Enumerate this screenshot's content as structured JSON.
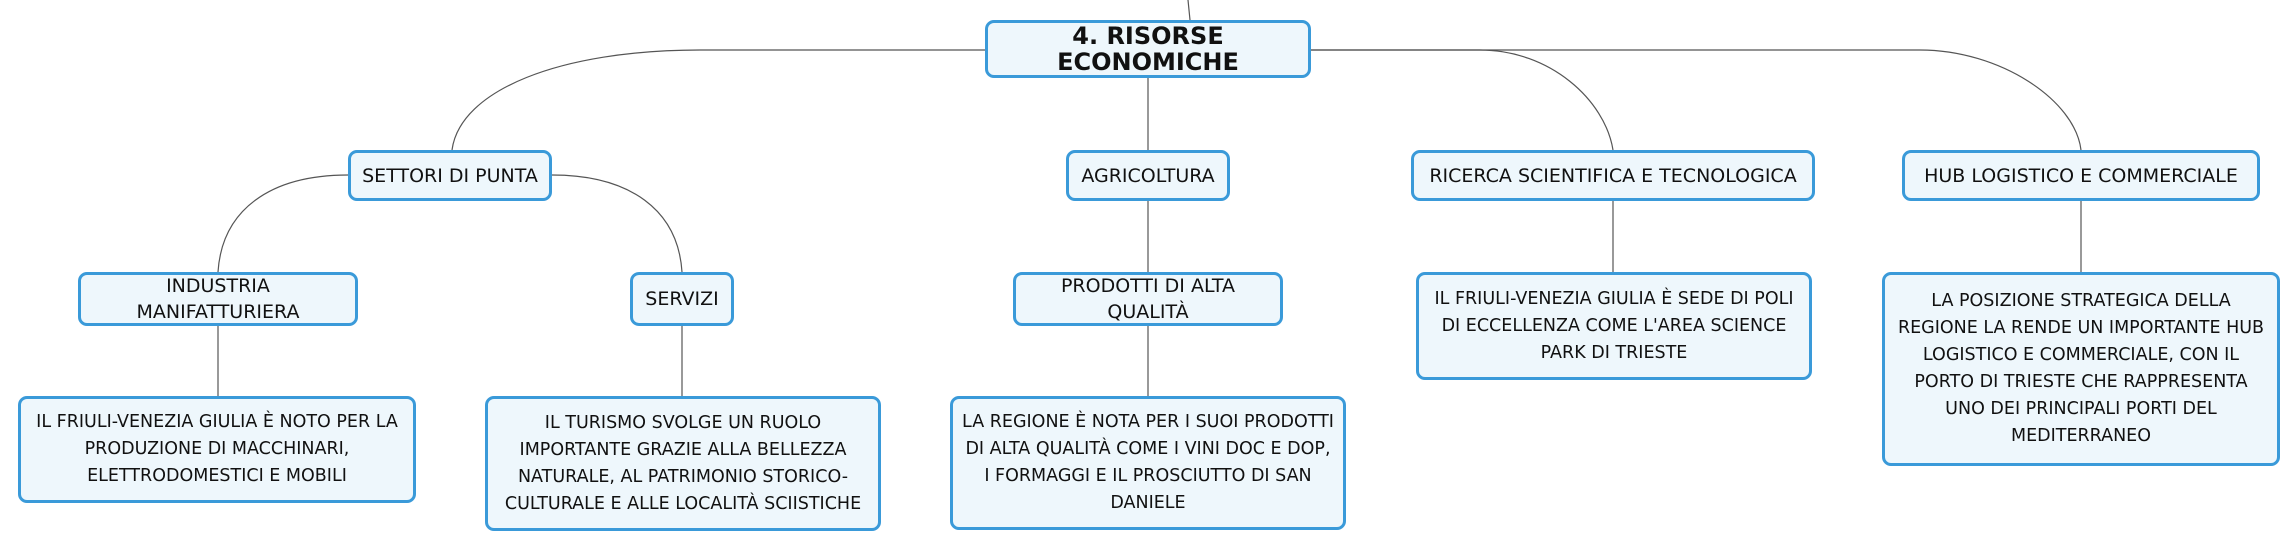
{
  "root": {
    "label": "4. RISORSE ECONOMICHE"
  },
  "branches": [
    {
      "label": "SETTORI DI PUNTA"
    },
    {
      "label": "AGRICOLTURA"
    },
    {
      "label": "RICERCA SCIENTIFICA E TECNOLOGICA"
    },
    {
      "label": "HUB LOGISTICO E COMMERCIALE"
    }
  ],
  "subtopics": {
    "manifattura": "INDUSTRIA MANIFATTURIERA",
    "servizi": "SERVIZI",
    "prodotti": "PRODOTTI DI ALTA QUALITÀ"
  },
  "details": {
    "manifattura": "IL FRIULI-VENEZIA GIULIA È NOTO PER LA PRODUZIONE DI MACCHINARI, ELETTRODOMESTICI E MOBILI",
    "servizi": "IL TURISMO SVOLGE UN RUOLO IMPORTANTE GRAZIE ALLA BELLEZZA NATURALE, AL PATRIMONIO STORICO-CULTURALE E ALLE LOCALITÀ SCIISTICHE",
    "prodotti": "LA REGIONE È NOTA PER I SUOI PRODOTTI DI ALTA QUALITÀ COME I VINI DOC E DOP, I FORMAGGI E IL PROSCIUTTO DI SAN DANIELE",
    "ricerca": "IL FRIULI-VENEZIA GIULIA È SEDE DI POLI DI ECCELLENZA COME L'AREA SCIENCE PARK DI TRIESTE",
    "logistica": "LA POSIZIONE STRATEGICA DELLA REGIONE LA RENDE UN IMPORTANTE HUB LOGISTICO E COMMERCIALE, CON IL PORTO DI TRIESTE CHE RAPPRESENTA UNO DEI PRINCIPALI PORTI DEL MEDITERRANEO"
  }
}
